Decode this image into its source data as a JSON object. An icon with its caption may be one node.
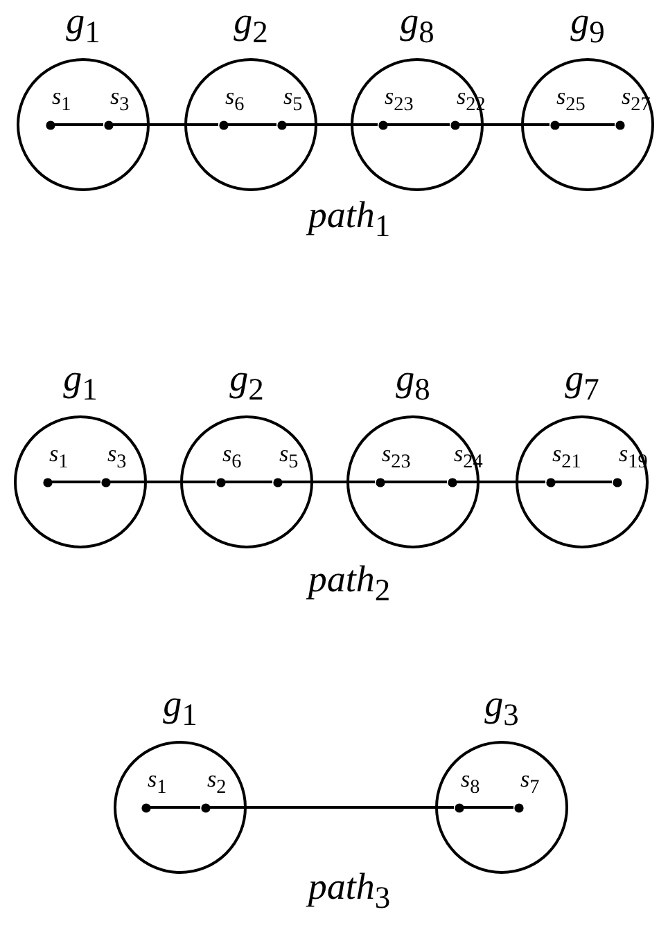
{
  "diagram": {
    "nodes": [
      {
        "text": [
          "g$_{1}$"
        ]
      },
      {
        "text": [
          "s$_{1}$"
        ],
        "in": 0
      },
      {
        "text": [
          "s$_{3}$"
        ],
        "in": 0
      },
      {
        "text": [
          "g$_{2}$"
        ]
      },
      {
        "text": [
          "s$_{6}$"
        ],
        "in": 3
      },
      {
        "text": [
          "s$_{5}$"
        ],
        "in": 3
      },
      {
        "text": [
          "g$_{8}$"
        ]
      },
      {
        "text": [
          "s$_{23}$"
        ],
        "in": 6
      },
      {
        "text": [
          "s$_{22}$"
        ],
        "in": 6
      },
      {
        "text": [
          "g$_{9}$"
        ]
      },
      {
        "text": [
          "s$_{25}$"
        ],
        "in": 9
      },
      {
        "text": [
          "s$_{27}$"
        ],
        "in": 9
      },
      {
        "text": [
          "g$_{1}$"
        ]
      },
      {
        "text": [
          "s$_{1}$"
        ],
        "in": 12
      },
      {
        "text": [
          "s$_{3}$"
        ],
        "in": 12
      },
      {
        "text": [
          "g$_{2}$"
        ]
      },
      {
        "text": [
          "s$_{6}$"
        ],
        "in": 15
      },
      {
        "text": [
          "s$_{5}$"
        ],
        "in": 15
      },
      {
        "text": [
          "g$_{8}$"
        ]
      },
      {
        "text": [
          "s$_{23}$"
        ],
        "in": 18
      },
      {
        "text": [
          "s$_{24}$"
        ],
        "in": 18
      },
      {
        "text": [
          "g$_{7}$"
        ]
      },
      {
        "text": [
          "s$_{21}$"
        ],
        "in": 21
      },
      {
        "text": [
          "s$_{19}$"
        ],
        "in": 21
      },
      {
        "text": [
          "g$_{1}$"
        ]
      },
      {
        "text": [
          "s$_{1}$"
        ],
        "in": 24
      },
      {
        "text": [
          "s$_{2}$"
        ],
        "in": 24
      },
      {
        "text": [
          "g$_{3}$"
        ]
      },
      {
        "text": [
          "s$_{8}$"
        ],
        "in": 27
      },
      {
        "text": [
          "s$_{7}$"
        ],
        "in": 27
      }
    ],
    "edges": [
      {
        "from": 1,
        "to": 2,
        "arrow": "none"
      },
      {
        "from": 2,
        "to": 4,
        "arrow": "none"
      },
      {
        "from": 4,
        "to": 5,
        "arrow": "none"
      },
      {
        "from": 5,
        "to": 7,
        "arrow": "none"
      },
      {
        "from": 7,
        "to": 8,
        "arrow": "none"
      },
      {
        "from": 8,
        "to": 10,
        "arrow": "none"
      },
      {
        "from": 10,
        "to": 11,
        "arrow": "none"
      },
      {
        "from": 13,
        "to": 14,
        "arrow": "none"
      },
      {
        "from": 14,
        "to": 16,
        "arrow": "none"
      },
      {
        "from": 16,
        "to": 17,
        "arrow": "none"
      },
      {
        "from": 17,
        "to": 19,
        "arrow": "none"
      },
      {
        "from": 19,
        "to": 20,
        "arrow": "none"
      },
      {
        "from": 20,
        "to": 22,
        "arrow": "none"
      },
      {
        "from": 22,
        "to": 23,
        "arrow": "none"
      },
      {
        "from": 25,
        "to": 26,
        "arrow": "none"
      },
      {
        "from": 26,
        "to": 28,
        "arrow": "none"
      },
      {
        "from": 28,
        "to": 29,
        "arrow": "none"
      }
    ],
    "labels": [
      "path$_{1}$",
      "path$_{2}$",
      "path$_{3}$"
    ]
  }
}
